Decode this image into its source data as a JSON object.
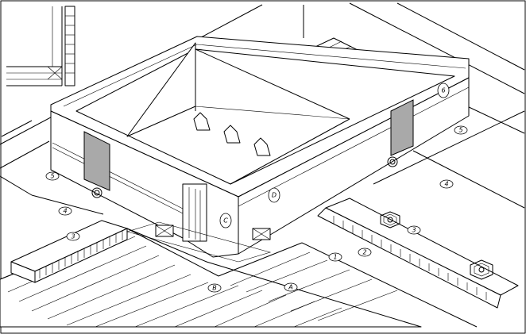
{
  "callouts": {
    "c6_top": "6",
    "c5_right": "5",
    "c4_right": "4",
    "c3_right": "3",
    "c2_right": "2",
    "c1_right": "1",
    "cA": "A",
    "cB": "B",
    "cC": "C",
    "cD": "D",
    "c5_left": "5",
    "c4_left": "4",
    "c3_left": "3"
  }
}
